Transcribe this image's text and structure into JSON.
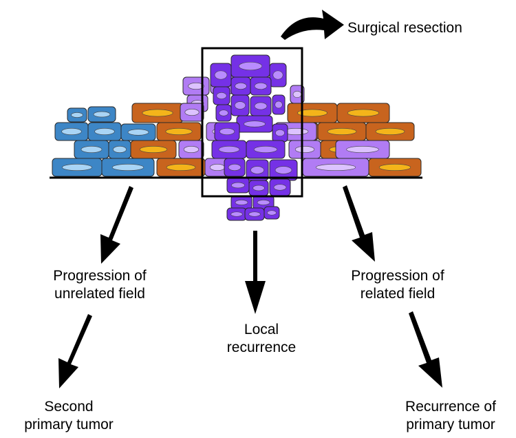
{
  "labels": {
    "surgical_resection": "Surgical resection",
    "unrelated_field": [
      "Progression of",
      "unrelated field"
    ],
    "local_recurrence": [
      "Local",
      "recurrence"
    ],
    "related_field": [
      "Progression of",
      "related field"
    ],
    "second_primary": [
      "Second",
      "primary tumor"
    ],
    "recurrence_primary": [
      "Recurrence of",
      "primary tumor"
    ]
  },
  "colors": {
    "blue": "#3d86c6",
    "blue_nucleus": "#a9d4f5",
    "orange": "#c8641e",
    "orange_nucleus": "#f4b41a",
    "lavender": "#b17cf4",
    "lavender_nucleus": "#dcc2ff",
    "purple": "#7531e6",
    "purple_nucleus": "#b98cff",
    "outline": "#000000"
  }
}
